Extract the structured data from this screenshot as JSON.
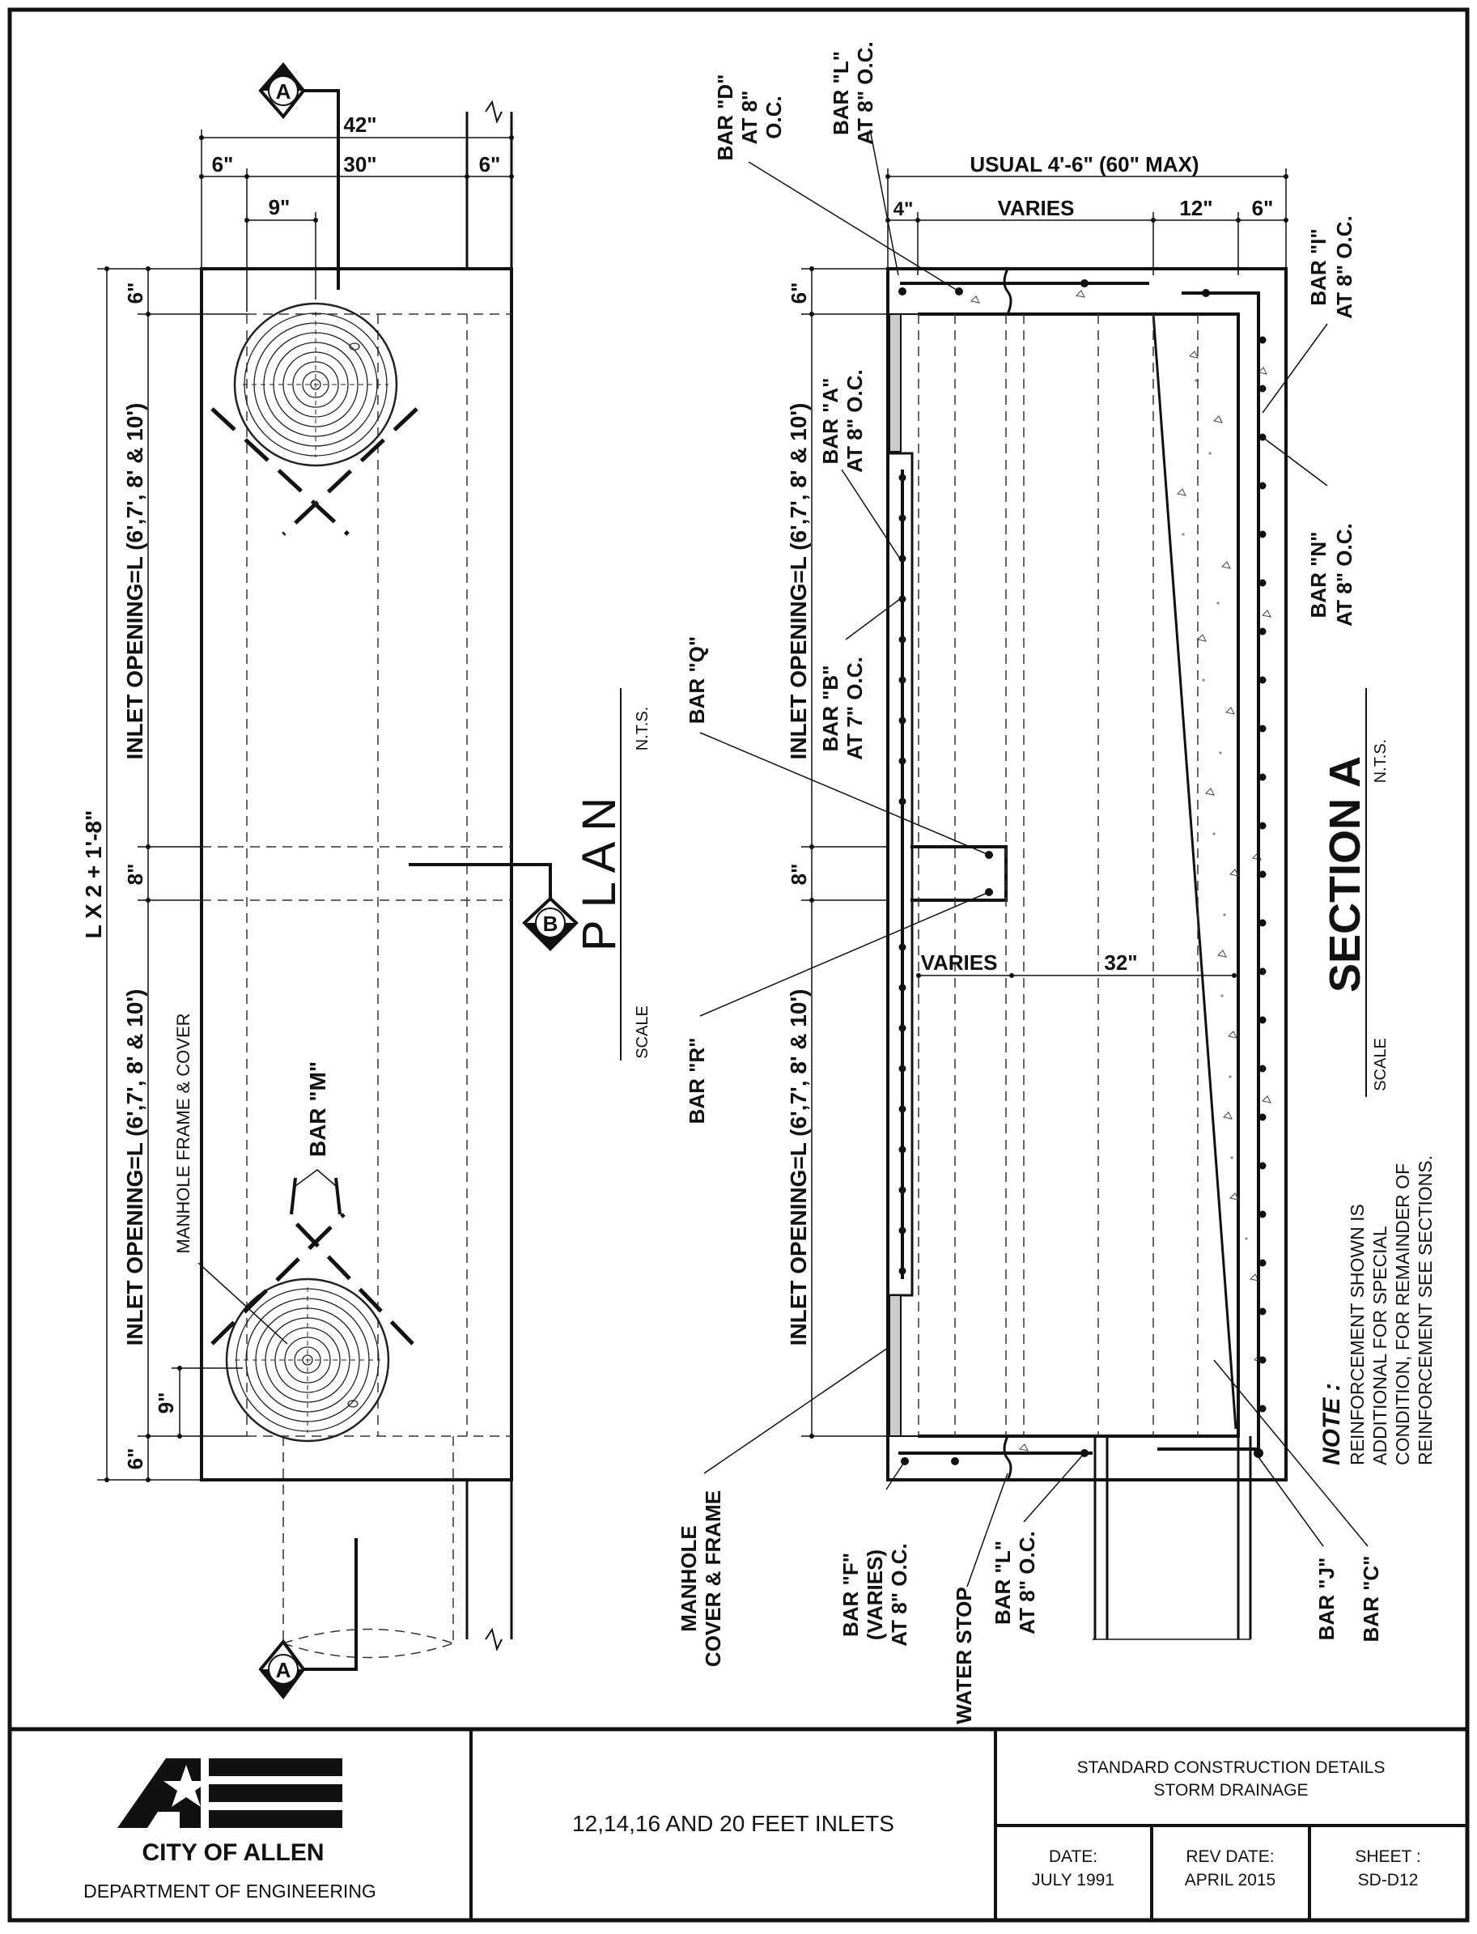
{
  "plan": {
    "title": "P L A N",
    "scale_label": "SCALE",
    "scale_value": "N.T.S.",
    "section_marker_a_top": "A",
    "section_marker_a_bottom": "A",
    "section_marker_b": "B",
    "dim_42": "42\"",
    "dim_30": "30\"",
    "dim_6_left": "6\"",
    "dim_6_right": "6\"",
    "dim_9_top": "9\"",
    "dim_6_top_vert": "6\"",
    "dim_8_mid_vert": "8\"",
    "dim_9_bottom_vert": "9\"",
    "dim_6_bottom_vert": "6\"",
    "overall_length": "L  X  2  +  1'-8\"",
    "inlet_opening_upper": "INLET  OPENING=L  (6',7',  8'  &  10')",
    "inlet_opening_lower": "INLET  OPENING=L  (6',7',  8'  &  10')",
    "bar_m": "BAR  \"M\"",
    "manhole_frame_cover": "MANHOLE FRAME & COVER"
  },
  "section": {
    "title": "SECTION A",
    "scale_label": "SCALE",
    "scale_value": "N.T.S.",
    "dim_usual": "USUAL  4'-6\"  (60\"  MAX)",
    "dim_4": "4\"",
    "dim_varies_top": "VARIES",
    "dim_12": "12\"",
    "dim_6_top": "6\"",
    "dim_6_vert": "6\"",
    "dim_8_vert": "8\"",
    "dim_varies_mid": "VARIES",
    "dim_32": "32\"",
    "inlet_opening_upper": "INLET  OPENING=L  (6',7',  8'  &  10')",
    "inlet_opening_lower": "INLET  OPENING=L  (6',7',  8'  &  10')",
    "bar_d": [
      "BAR  \"D\"",
      "AT  8\"",
      "O.C."
    ],
    "bar_l_top": [
      "BAR  \"L\"",
      "AT  8\"  O.C."
    ],
    "bar_i": [
      "BAR  \"I\"",
      "AT  8\"  O.C."
    ],
    "bar_a": [
      "BAR  \"A\"",
      "AT  8\"  O.C."
    ],
    "bar_n": [
      "BAR  \"N\"",
      "AT  8\"  O.C."
    ],
    "bar_b": [
      "BAR  \"B\"",
      "AT  7\"  O.C."
    ],
    "bar_q": "BAR  \"Q\"",
    "bar_r": "BAR  \"R\"",
    "manhole_cover_frame": [
      "MANHOLE",
      "COVER  &  FRAME"
    ],
    "bar_f": [
      "BAR  \"F\"",
      "(VARIES)",
      "AT  8\"  O.C."
    ],
    "water_stop": "WATER  STOP",
    "bar_l_bottom": [
      "BAR  \"L\"",
      "AT  8\"  O.C."
    ],
    "bar_j": "BAR  \"J\"",
    "bar_c": "BAR  \"C\"",
    "note_title": "NOTE :",
    "note_lines": [
      "REINFORCEMENT SHOWN IS",
      "ADDITIONAL FOR SPECIAL",
      "CONDITION, FOR REMAINDER OF",
      "REINFORCEMENT SEE SECTIONS."
    ]
  },
  "title_block": {
    "city_name": "CITY OF ALLEN",
    "department": "DEPARTMENT OF ENGINEERING",
    "drawing_title": "12,14,16 AND 20 FEET INLETS",
    "category_line1": "STANDARD CONSTRUCTION DETAILS",
    "category_line2": "STORM DRAINAGE",
    "date_label": "DATE:",
    "date_value": "JULY 1991",
    "rev_label": "REV DATE:",
    "rev_value": "APRIL 2015",
    "sheet_label": "SHEET :",
    "sheet_value": "SD-D12"
  }
}
